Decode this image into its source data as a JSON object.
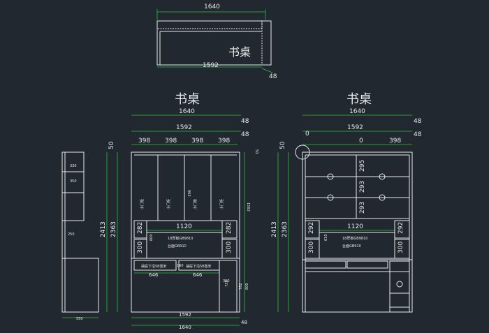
{
  "top_view": {
    "width_total": "1640",
    "width_inner": "1592",
    "depth": "48",
    "title": "书桌"
  },
  "front": {
    "title": "书桌",
    "total_width": "1640",
    "inner_width": "1592",
    "side": "48",
    "col": "398",
    "top": "50",
    "height_total": "2413",
    "height_inner": "2363",
    "upper_height": "1563",
    "upper_lower_height": "800",
    "right_small_top": "50",
    "right_upper": "1563",
    "door_note": "小门柜",
    "shelf_w": "1120",
    "shelf_h": "600",
    "note1": "18厚板GB9810",
    "note2": "台面GB910",
    "side_h1": "282",
    "side_h2": "282",
    "side_h3": "300",
    "side_h4": "300",
    "drawer_label": "抽屉下沿58毫米",
    "drawer_w1": "646",
    "drawer_w2": "646",
    "drawer_h": "160",
    "leg_h": "733",
    "leg_w": "300",
    "bot_inner": "1592",
    "bot_total": "1640",
    "bot_side": "48",
    "hmark": "963",
    "right_dim": "782"
  },
  "section": {
    "title": "书桌",
    "total": "1640",
    "inner": "1592",
    "side": "48",
    "zero1": "0",
    "zero2": "0",
    "col": "398",
    "top": "50",
    "h_total": "2413",
    "h_inner": "2363",
    "r1": "295",
    "r2": "293",
    "r3": "293",
    "shelf_w": "1120",
    "shelf_h": "610",
    "note1": "18厚板GB9810",
    "note2": "台面GB910",
    "l1": "292",
    "l2": "300",
    "r4": "292",
    "r5": "300"
  },
  "side_view": {
    "d1": "330",
    "d2": "350",
    "d3": "250",
    "width": "550"
  }
}
